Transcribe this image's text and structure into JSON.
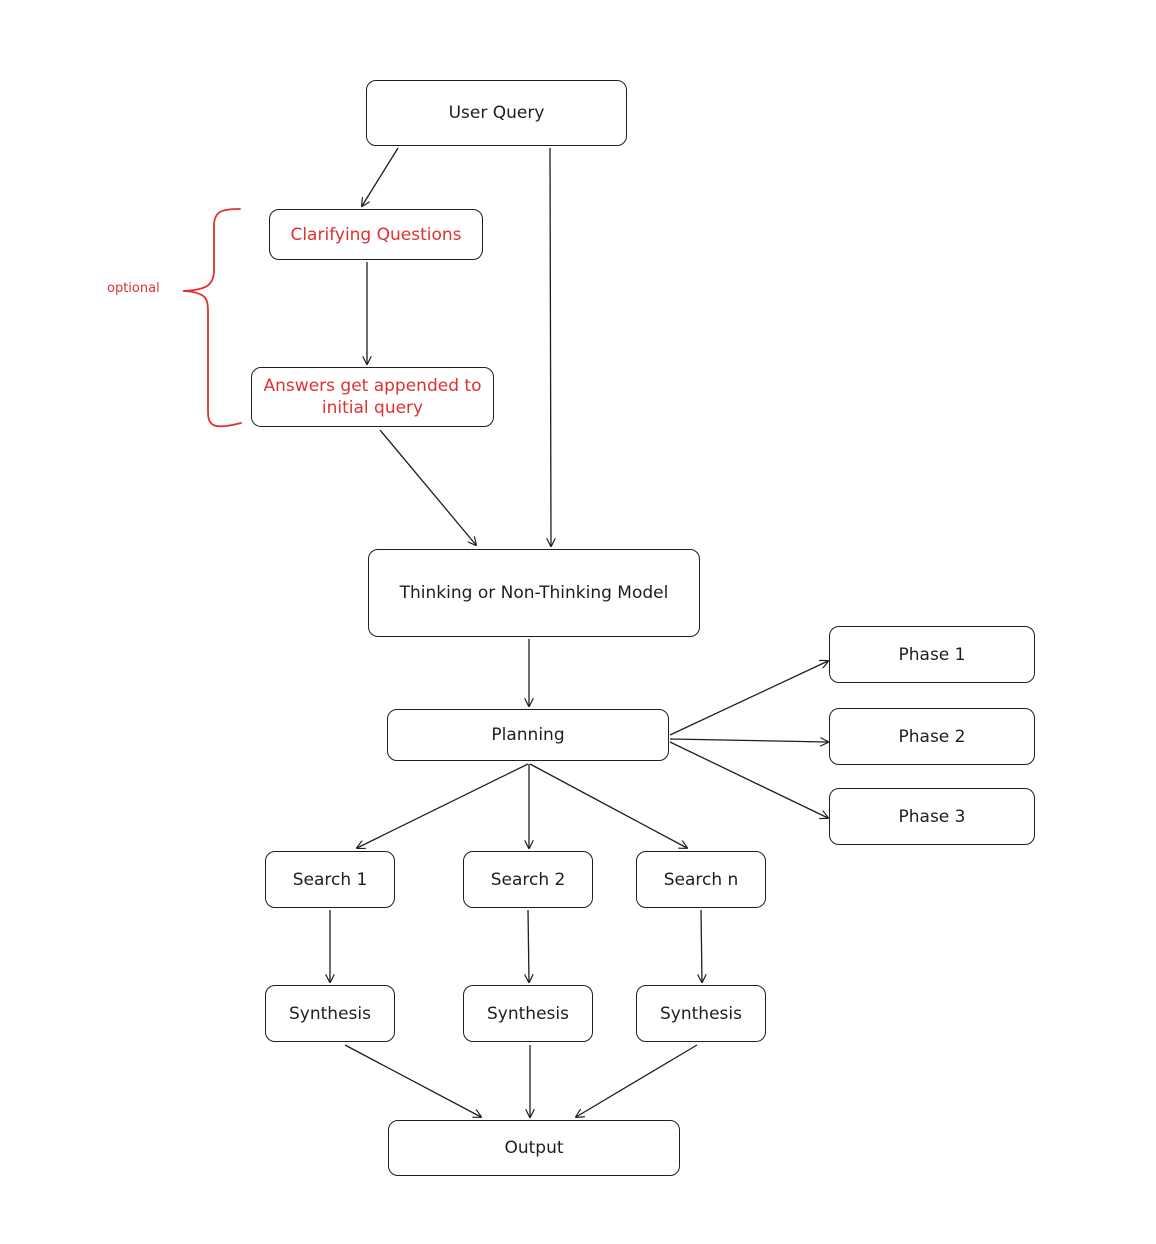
{
  "colors": {
    "stroke": "#1e1e1e",
    "accent": "#e03131",
    "background": "#ffffff"
  },
  "nodes": {
    "user_query": "User Query",
    "clarifying_questions": "Clarifying Questions",
    "answers_appended": "Answers get appended to initial query",
    "model": "Thinking or Non-Thinking Model",
    "planning": "Planning",
    "phase_1": "Phase 1",
    "phase_2": "Phase 2",
    "phase_3": "Phase 3",
    "search_1": "Search 1",
    "search_2": "Search 2",
    "search_n": "Search n",
    "synthesis_1": "Synthesis",
    "synthesis_2": "Synthesis",
    "synthesis_3": "Synthesis",
    "output": "Output"
  },
  "annotations": {
    "optional": "optional"
  }
}
